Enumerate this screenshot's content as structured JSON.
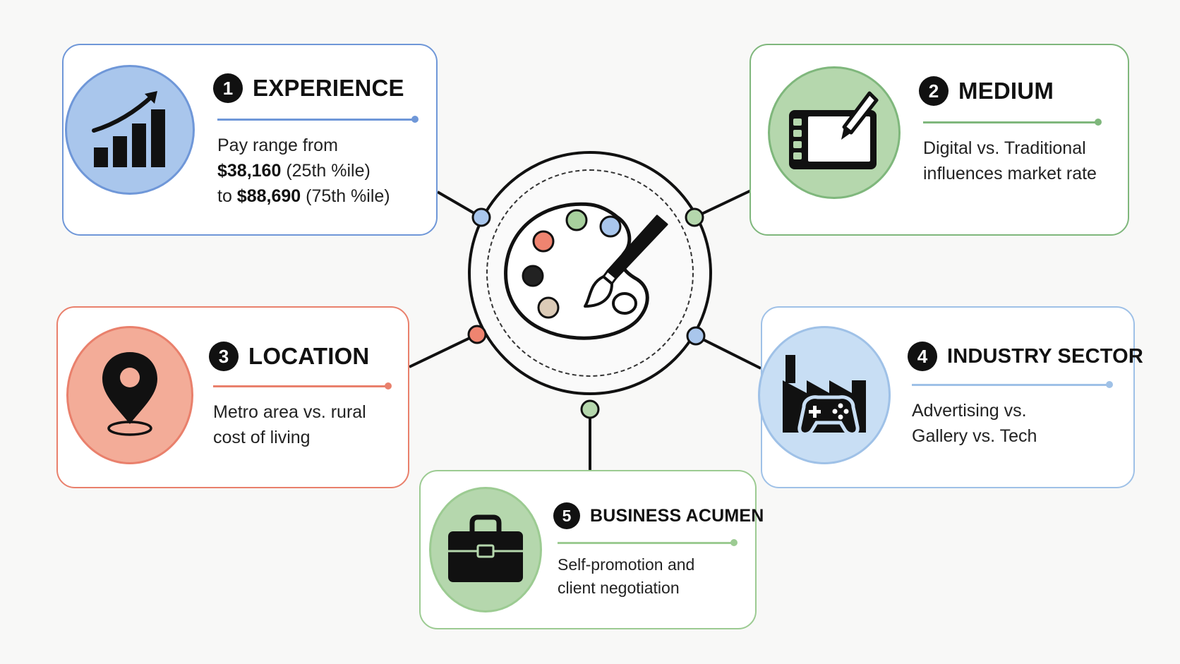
{
  "hub": {
    "icon": "palette-brush-icon"
  },
  "factors": [
    {
      "number": "1",
      "title": "EXPERIENCE",
      "icon": "growth-chart-icon",
      "color": "#6f97d8",
      "fill": "#a9c6ec",
      "lines": [
        [
          {
            "text": "Pay range from",
            "bold": false
          }
        ],
        [
          {
            "text": "$38,160",
            "bold": true
          },
          {
            "text": " (25th %ile)",
            "bold": false
          }
        ],
        [
          {
            "text": "to ",
            "bold": false
          },
          {
            "text": "$88,690",
            "bold": true
          },
          {
            "text": " (75th %ile)",
            "bold": false
          }
        ]
      ]
    },
    {
      "number": "2",
      "title": "MEDIUM",
      "icon": "drawing-tablet-icon",
      "color": "#7fb77c",
      "fill": "#b5d7ad",
      "lines": [
        [
          {
            "text": "Digital vs. Traditional",
            "bold": false
          }
        ],
        [
          {
            "text": "influences market rate",
            "bold": false
          }
        ]
      ]
    },
    {
      "number": "3",
      "title": "LOCATION",
      "icon": "map-pin-icon",
      "color": "#e9806c",
      "fill": "#f3ac98",
      "lines": [
        [
          {
            "text": "Metro area vs. rural",
            "bold": false
          }
        ],
        [
          {
            "text": "cost of living",
            "bold": false
          }
        ]
      ]
    },
    {
      "number": "4",
      "title": "INDUSTRY SECTOR",
      "icon": "factory-gamepad-icon",
      "color": "#9fc1e7",
      "fill": "#c8def4",
      "lines": [
        [
          {
            "text": "Advertising vs.",
            "bold": false
          }
        ],
        [
          {
            "text": "Gallery vs. Tech",
            "bold": false
          }
        ]
      ]
    },
    {
      "number": "5",
      "title": "BUSINESS ACUMEN",
      "icon": "briefcase-icon",
      "color": "#9ccb92",
      "fill": "#b5d7ad",
      "lines": [
        [
          {
            "text": "Self-promotion and",
            "bold": false
          }
        ],
        [
          {
            "text": "client negotiation",
            "bold": false
          }
        ]
      ]
    }
  ]
}
